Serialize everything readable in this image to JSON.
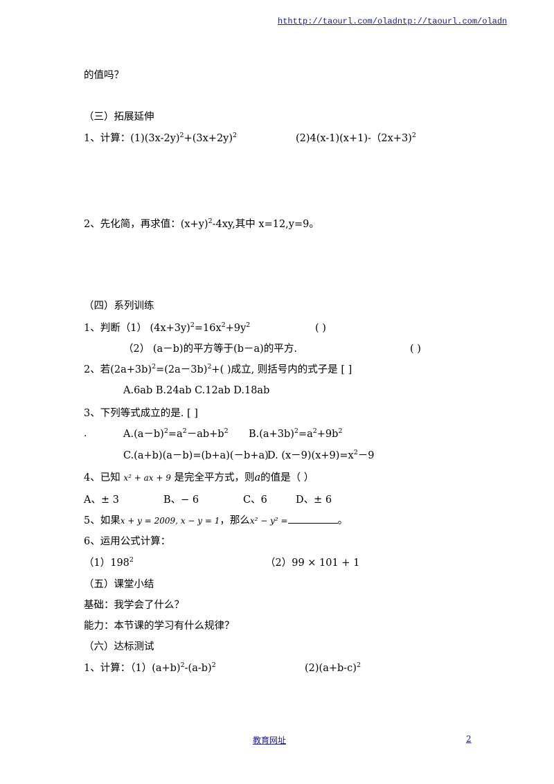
{
  "header": {
    "url": "hthttp://taourl.com/oladntp://taourl.com/oladn"
  },
  "lines": {
    "l0": "的值吗？",
    "sec3": "（三）拓展延伸",
    "q3_1a_pre": "1、计算：(1)(3x-2y)",
    "q3_1a_mid": "+(3x+2y)",
    "q3_1b_pre": "(2)4(x-1)(x+1)-（2x+3)",
    "q3_2_pre": "2、先化简，再求值：(x+y)",
    "q3_2_post": "-4xy,其中 x=12,y=9。",
    "sec4": "（四）系列训练",
    "q4_1_pre": "1、判断（1）  (4x+3y)",
    "q4_1_mid": "=16x",
    "q4_1_mid2": "+9y",
    "q4_1_paren": "(    )",
    "q4_1_2": "（2）  (a－b)的平方等于(b－a)的平方.",
    "q4_1_2_paren": "(    )",
    "q4_2_pre": "2、若(2a+3b)",
    "q4_2_mid": "=(2a－3b)",
    "q4_2_post": "+(   )成立, 则括号内的式子是  [    ]",
    "q4_2_opts": "A.6ab    B.24ab    C.12ab    D.18ab",
    "q4_3": "3、下列等式成立的是.  [    ]",
    "q4_3_dot": ".",
    "q4_3_A_pre": "A.(a－b)",
    "q4_3_A_mid": "=a",
    "q4_3_A_post": "－ab+b",
    "q4_3_B_pre": "B.(a+3b)",
    "q4_3_B_mid": "=a",
    "q4_3_B_post": "+9b",
    "q4_3_C": "C.(a+b)(a－b)=(b+a)(－b+a)",
    "q4_3_D_pre": "D. (x－9)(x+9)=x",
    "q4_3_D_post": "－9",
    "q4_4_pre": "4、已知",
    "q4_4_expr": "x² + ax + 9",
    "q4_4_mid": "是完全平方式，则",
    "q4_4_a": "a",
    "q4_4_post": "的值是（        ）",
    "q4_4_A": "A、± 3",
    "q4_4_B": "B、− 6",
    "q4_4_C": "C、6",
    "q4_4_D": "D、± 6",
    "q4_5_pre": "5、如果",
    "q4_5_expr": "x + y = 2009, x − y = 1",
    "q4_5_mid": "，那么",
    "q4_5_expr2": "x² − y² =",
    "q4_5_post": "。",
    "q4_6": "6、运用公式计算：",
    "q4_6_1_pre": "（1）198",
    "q4_6_2": "（2）99 × 101 + 1",
    "sec5": "（五）课堂小结",
    "s5_1": "基础：我学会了什么？",
    "s5_2": "能力：本节课的学习有什么规律？",
    "sec6": "（六）达标测试",
    "q6_1_pre": "1、计算：（1）(a+b)",
    "q6_1_mid": "-(a-b)",
    "q6_1b_pre": "(2)(a+b-c)",
    "exp2": "2"
  },
  "footer": {
    "link": "教育网址",
    "page": "2"
  }
}
